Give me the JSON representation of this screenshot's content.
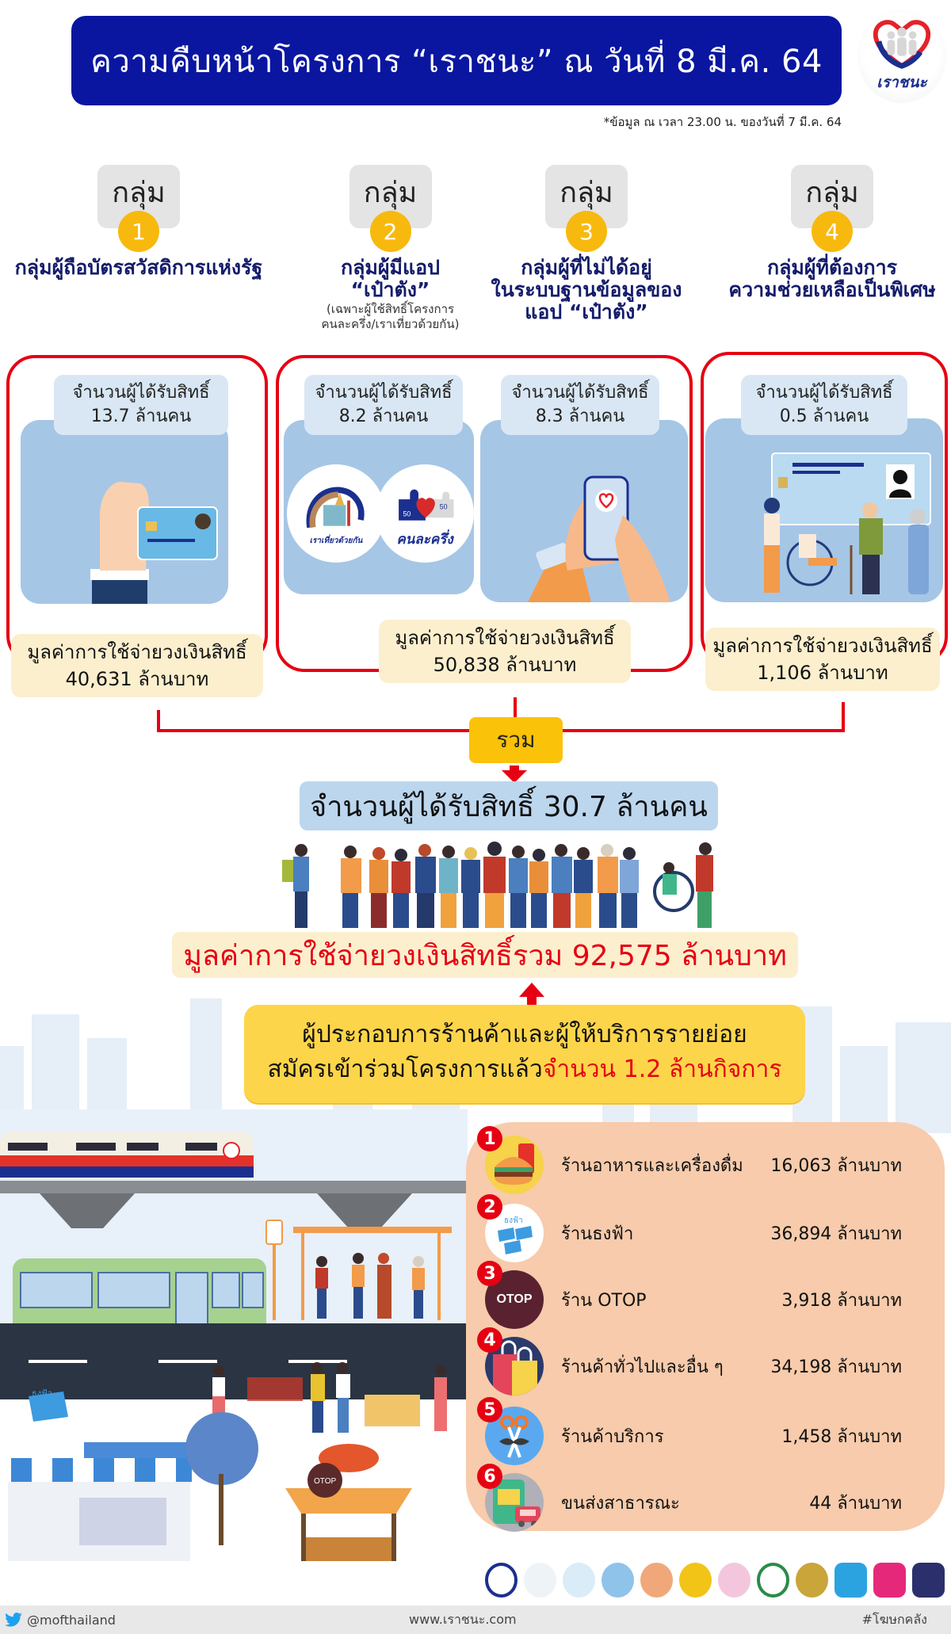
{
  "header": {
    "title": "ความคืบหน้าโครงการ “เราชนะ” ณ วันที่ 8 มี.ค. 64",
    "logo_text": "เราชนะ",
    "note": "*ข้อมูล ณ เวลา 23.00 น. ของวันที่ 7 มี.ค. 64"
  },
  "groups": [
    {
      "chip": "กลุ่ม",
      "number": "1",
      "title_lines": [
        "กลุ่มผู้ถือบัตรสวัสดิการแห่งรัฐ"
      ],
      "sub_lines": []
    },
    {
      "chip": "กลุ่ม",
      "number": "2",
      "title_lines": [
        "กลุ่มผู้มีแอป",
        "“เป๋าตัง”"
      ],
      "sub_lines": [
        "(เฉพาะผู้ใช้สิทธิ์โครงการ",
        "คนละครึ่ง/เราเที่ยวด้วยกัน)"
      ]
    },
    {
      "chip": "กลุ่ม",
      "number": "3",
      "title_lines": [
        "กลุ่มผู้ที่ไม่ได้อยู่",
        "ในระบบฐานข้อมูลของ",
        "แอป “เป๋าตัง”"
      ],
      "sub_lines": []
    },
    {
      "chip": "กลุ่ม",
      "number": "4",
      "title_lines": [
        "กลุ่มผู้ที่ต้องการ",
        "ความช่วยเหลือเป็นพิเศษ"
      ],
      "sub_lines": []
    }
  ],
  "cards": {
    "count_label": "จำนวนผู้ได้รับสิทธิ์",
    "value_label": "มูลค่าการใช้จ่ายวงเงินสิทธิ์",
    "g1": {
      "count": "13.7 ล้านคน",
      "value": "40,631 ล้านบาท"
    },
    "g2": {
      "count": "8.2 ล้านคน",
      "logo_a": "เราเที่ยวด้วยกัน",
      "logo_b": "คนละครึ่ง",
      "puzzle_a": "50",
      "puzzle_b": "50"
    },
    "g3": {
      "count": "8.3 ล้านคน"
    },
    "g23": {
      "value": "50,838 ล้านบาท"
    },
    "g4": {
      "count": "0.5 ล้านคน",
      "value": "1,106 ล้านบาท"
    }
  },
  "summary": {
    "sum_label": "รวม",
    "total_people": "จำนวนผู้ได้รับสิทธิ์ 30.7 ล้านคน",
    "total_spend": "มูลค่าการใช้จ่ายวงเงินสิทธิ์รวม 92,575 ล้านบาท",
    "merchants_line1": "ผู้ประกอบการร้านค้าและผู้ให้บริการรายย่อย",
    "merchants_line2_prefix": "สมัครเข้าร่วมโครงการแล้ว",
    "merchants_line2_highlight": "จำนวน 1.2 ล้านกิจการ"
  },
  "shop_types": [
    {
      "num": "1",
      "name": "ร้านอาหารและเครื่องดื่ม",
      "value": "16,063 ล้านบาท",
      "icon": "food-drink-icon"
    },
    {
      "num": "2",
      "name": "ร้านธงฟ้า",
      "value": "36,894 ล้านบาท",
      "icon": "thongfah-icon"
    },
    {
      "num": "3",
      "name": "ร้าน OTOP",
      "value": "3,918 ล้านบาท",
      "icon": "otop-icon",
      "icon_text": "OTOP"
    },
    {
      "num": "4",
      "name": "ร้านค้าทั่วไปและอื่น ๆ",
      "value": "34,198 ล้านบาท",
      "icon": "shopping-bag-icon"
    },
    {
      "num": "5",
      "name": "ร้านค้าบริการ",
      "value": "1,458 ล้านบาท",
      "icon": "barber-scissors-icon"
    },
    {
      "num": "6",
      "name": "ขนส่งสาธารณะ",
      "value": "44 ล้านบาท",
      "icon": "public-transport-icon"
    }
  ],
  "scene": {
    "store_sign": "ธงฟ้า",
    "otop_sign": "OTOP"
  },
  "chart_data": {
    "type": "table",
    "title": "ความคืบหน้าโครงการ “เราชนะ” ณ วันที่ 8 มี.ค. 64",
    "groups": [
      {
        "group": "1",
        "name": "กลุ่มผู้ถือบัตรสวัสดิการแห่งรัฐ",
        "beneficiaries_million": 13.7,
        "spending_million_baht": 40631
      },
      {
        "group": "2",
        "name": "กลุ่มผู้มีแอป “เป๋าตัง”",
        "beneficiaries_million": 8.2
      },
      {
        "group": "3",
        "name": "กลุ่มผู้ที่ไม่ได้อยู่ในระบบฐานข้อมูลของแอป “เป๋าตัง”",
        "beneficiaries_million": 8.3
      },
      {
        "group": "2+3",
        "spending_million_baht": 50838
      },
      {
        "group": "4",
        "name": "กลุ่มผู้ที่ต้องการความช่วยเหลือเป็นพิเศษ",
        "beneficiaries_million": 0.5,
        "spending_million_baht": 1106
      }
    ],
    "totals": {
      "beneficiaries_million": 30.7,
      "spending_million_baht": 92575,
      "merchants_million": 1.2
    },
    "shop_spending_million_baht": {
      "categories": [
        "ร้านอาหารและเครื่องดื่ม",
        "ร้านธงฟ้า",
        "ร้าน OTOP",
        "ร้านค้าทั่วไปและอื่น ๆ",
        "ร้านค้าบริการ",
        "ขนส่งสาธารณะ"
      ],
      "values": [
        16063,
        36894,
        3918,
        34198,
        1458,
        44
      ]
    }
  },
  "footer": {
    "twitter": "@mofthailand",
    "website": "www.เราชนะ.com",
    "hashtag": "#โฆษกคลัง"
  },
  "colors": {
    "banner": "#0a16a0",
    "accent_red": "#e60012",
    "badge_yellow": "#f8b90e",
    "panel_blue": "#a6c6e6",
    "value_cream": "#fcefce",
    "shop_panel": "#f7cbab"
  }
}
